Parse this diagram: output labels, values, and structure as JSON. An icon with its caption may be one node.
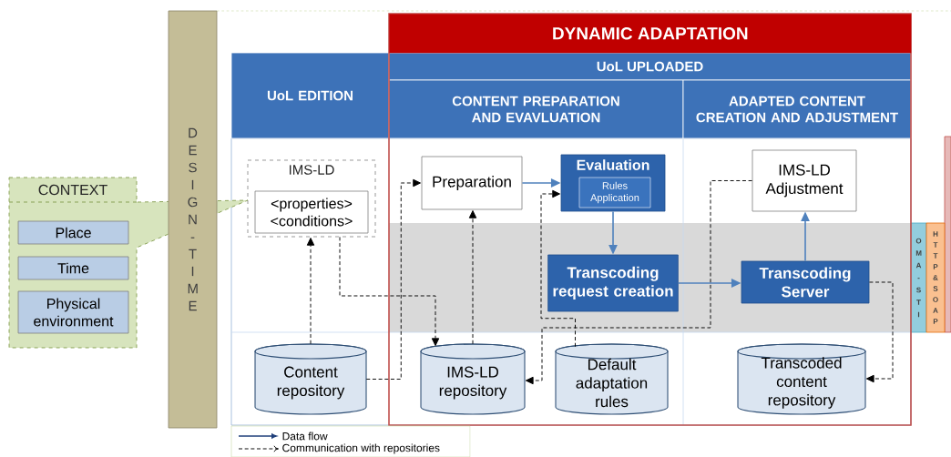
{
  "diagram": {
    "nodes": [
      {
        "text": [
          "DESIGN-TIME"
        ]
      },
      {
        "text": [
          "DYNAMIC ADAPTATION"
        ]
      },
      {
        "text": [
          "UoL UPLOADED"
        ],
        "in": 1
      },
      {
        "text": [
          "UoL EDITION"
        ]
      },
      {
        "text": [
          "CONTENT PREPARATION AND EVAVLUATION"
        ],
        "in": 1
      },
      {
        "text": [
          "ADAPTED CONTENT CREATION AND ADJUSTMENT"
        ],
        "in": 1
      },
      {
        "text": [
          "CONTEXT"
        ]
      },
      {
        "text": [
          "Place"
        ],
        "in": 6
      },
      {
        "text": [
          "Time"
        ],
        "in": 6
      },
      {
        "text": [
          "Physical environment"
        ],
        "in": 6
      },
      {
        "text": [
          "IMS-LD"
        ]
      },
      {
        "text": [
          "<properties> <conditions>"
        ],
        "in": 10
      },
      {
        "text": [
          "Preparation"
        ],
        "in": 1
      },
      {
        "text": [
          "Evaluation"
        ],
        "in": 1
      },
      {
        "text": [
          "Rules Application"
        ],
        "in": 13
      },
      {
        "text": [
          "IMS-LD Adjustment"
        ],
        "in": 1
      },
      {
        "text": [
          "Transcoding request creation"
        ],
        "in": 1
      },
      {
        "text": [
          "Transcoding Server"
        ],
        "in": 1
      },
      {
        "text": [
          "Content repository"
        ]
      },
      {
        "text": [
          "IMS-LD repository"
        ],
        "in": 1
      },
      {
        "text": [
          "Default adaptation rules"
        ],
        "in": 1
      },
      {
        "text": [
          "Transcoded content repository"
        ],
        "in": 1
      },
      {
        "text": [
          "OMA-STI"
        ]
      },
      {
        "text": [
          "HTTP&SOAP"
        ]
      }
    ],
    "edges": [
      {
        "from": 12,
        "to": 13,
        "arrow": "to",
        "color": "#4f81bd"
      },
      {
        "from": 13,
        "to": 16,
        "arrow": "to",
        "color": "#4f81bd"
      },
      {
        "from": 16,
        "to": 17,
        "arrow": "to",
        "color": "#4f81bd"
      },
      {
        "from": 17,
        "to": 15,
        "arrow": "to",
        "color": "#4f81bd"
      },
      {
        "from": 18,
        "to": 10,
        "arrow": "to",
        "style": "dashed"
      },
      {
        "from": 18,
        "to": 12,
        "arrow": "to",
        "style": "dashed"
      },
      {
        "from": 10,
        "to": 19,
        "arrow": "to",
        "style": "dashed"
      },
      {
        "from": 19,
        "to": 12,
        "arrow": "to",
        "style": "dashed"
      },
      {
        "from": 20,
        "to": 13,
        "arrow": "to",
        "style": "dashed"
      },
      {
        "from": 15,
        "to": 19,
        "arrow": "to",
        "style": "dashed"
      },
      {
        "from": 17,
        "to": 21,
        "arrow": "to",
        "style": "dashed"
      }
    ],
    "legend": [
      {
        "text": "Data flow"
      },
      {
        "text": "Communication with repositories"
      }
    ]
  }
}
